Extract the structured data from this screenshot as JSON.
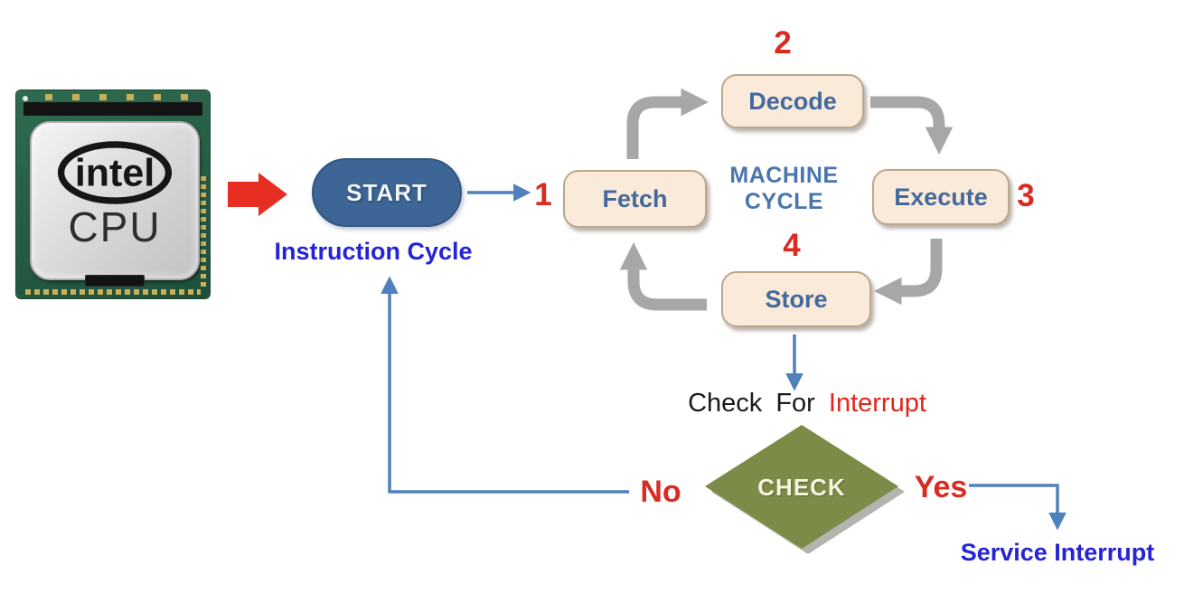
{
  "cpu": {
    "brand": "intel",
    "label": "CPU"
  },
  "flow": {
    "start_label": "START",
    "start_caption": "Instruction Cycle"
  },
  "machine_cycle": {
    "center_label_line1": "MACHINE",
    "center_label_line2": "CYCLE",
    "steps": [
      {
        "num": "1",
        "label": "Fetch"
      },
      {
        "num": "2",
        "label": "Decode"
      },
      {
        "num": "3",
        "label": "Execute"
      },
      {
        "num": "4",
        "label": "Store"
      }
    ]
  },
  "interrupt_check": {
    "caption_prefix": "Check For",
    "caption_highlight": "Interrupt",
    "decision_label": "CHECK",
    "no_label": "No",
    "yes_label": "Yes",
    "service_label": "Service Interrupt"
  },
  "colors": {
    "red_accent": "#d92b21",
    "blue_caption": "#2424d6",
    "box_fill": "#f9ead9",
    "box_text": "#44699d",
    "machine_cycle_text": "#4a76ad",
    "start_fill": "#3d6595",
    "diamond_fill": "#7c8b48",
    "arrow_gray": "#a7a7a7",
    "arrow_blue": "#4f81bd"
  }
}
